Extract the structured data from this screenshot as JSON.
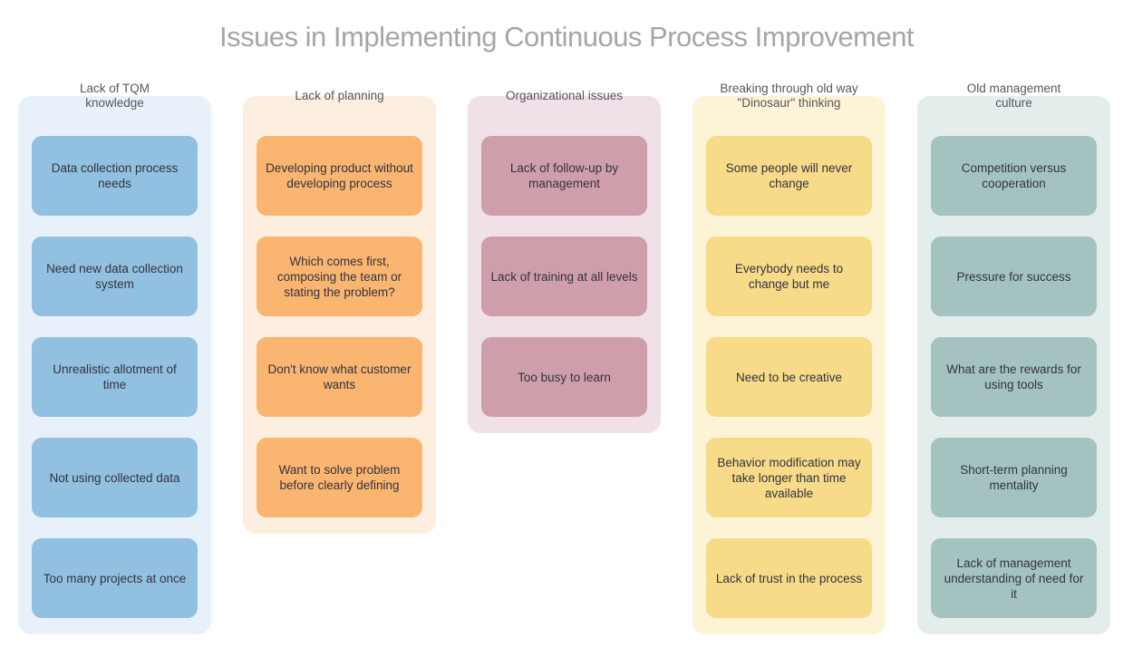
{
  "title": "Issues in Implementing Continuous Process Improvement",
  "colors": {
    "background": "#ffffff",
    "title_text": "#a5a6a8",
    "header_text": "#56575c",
    "card_text": "#32333f"
  },
  "columns": [
    {
      "id": "lack-of-tqm-knowledge",
      "header": "Lack of TQM\nknowledge",
      "container_color": "#e8f1fa",
      "card_color": "#92c0e0",
      "cards": [
        "Data collection process needs",
        "Need new data collection system",
        "Unrealistic allotment of time",
        "Not using collected data",
        "Too many projects at once"
      ]
    },
    {
      "id": "lack-of-planning",
      "header": "Lack of planning",
      "container_color": "#fdefdf",
      "card_color": "#fab571",
      "cards": [
        "Developing product without developing process",
        "Which comes first, composing the team or stating the problem?",
        "Don't know what customer wants",
        "Want to solve problem before clearly defining"
      ]
    },
    {
      "id": "organizational-issues",
      "header": "Organizational issues",
      "container_color": "#f0e0e7",
      "card_color": "#cf9eab",
      "cards": [
        "Lack of follow-up by management",
        "Lack of training at all levels",
        "Too busy to learn"
      ]
    },
    {
      "id": "dinosaur-thinking",
      "header": "Breaking through old way\n\"Dinosaur\" thinking",
      "container_color": "#fdf4d7",
      "card_color": "#f7db89",
      "cards": [
        "Some people will never change",
        "Everybody needs to change but me",
        "Need to be creative",
        "Behavior modification may take longer than time available",
        "Lack of trust in the process"
      ]
    },
    {
      "id": "old-management-culture",
      "header": "Old management\nculture",
      "container_color": "#e3edeb",
      "card_color": "#a4c3c0",
      "cards": [
        "Competition versus cooperation",
        "Pressure for success",
        "What are the rewards for using tools",
        "Short-term planning mentality",
        "Lack of management understanding of need for it"
      ]
    }
  ]
}
